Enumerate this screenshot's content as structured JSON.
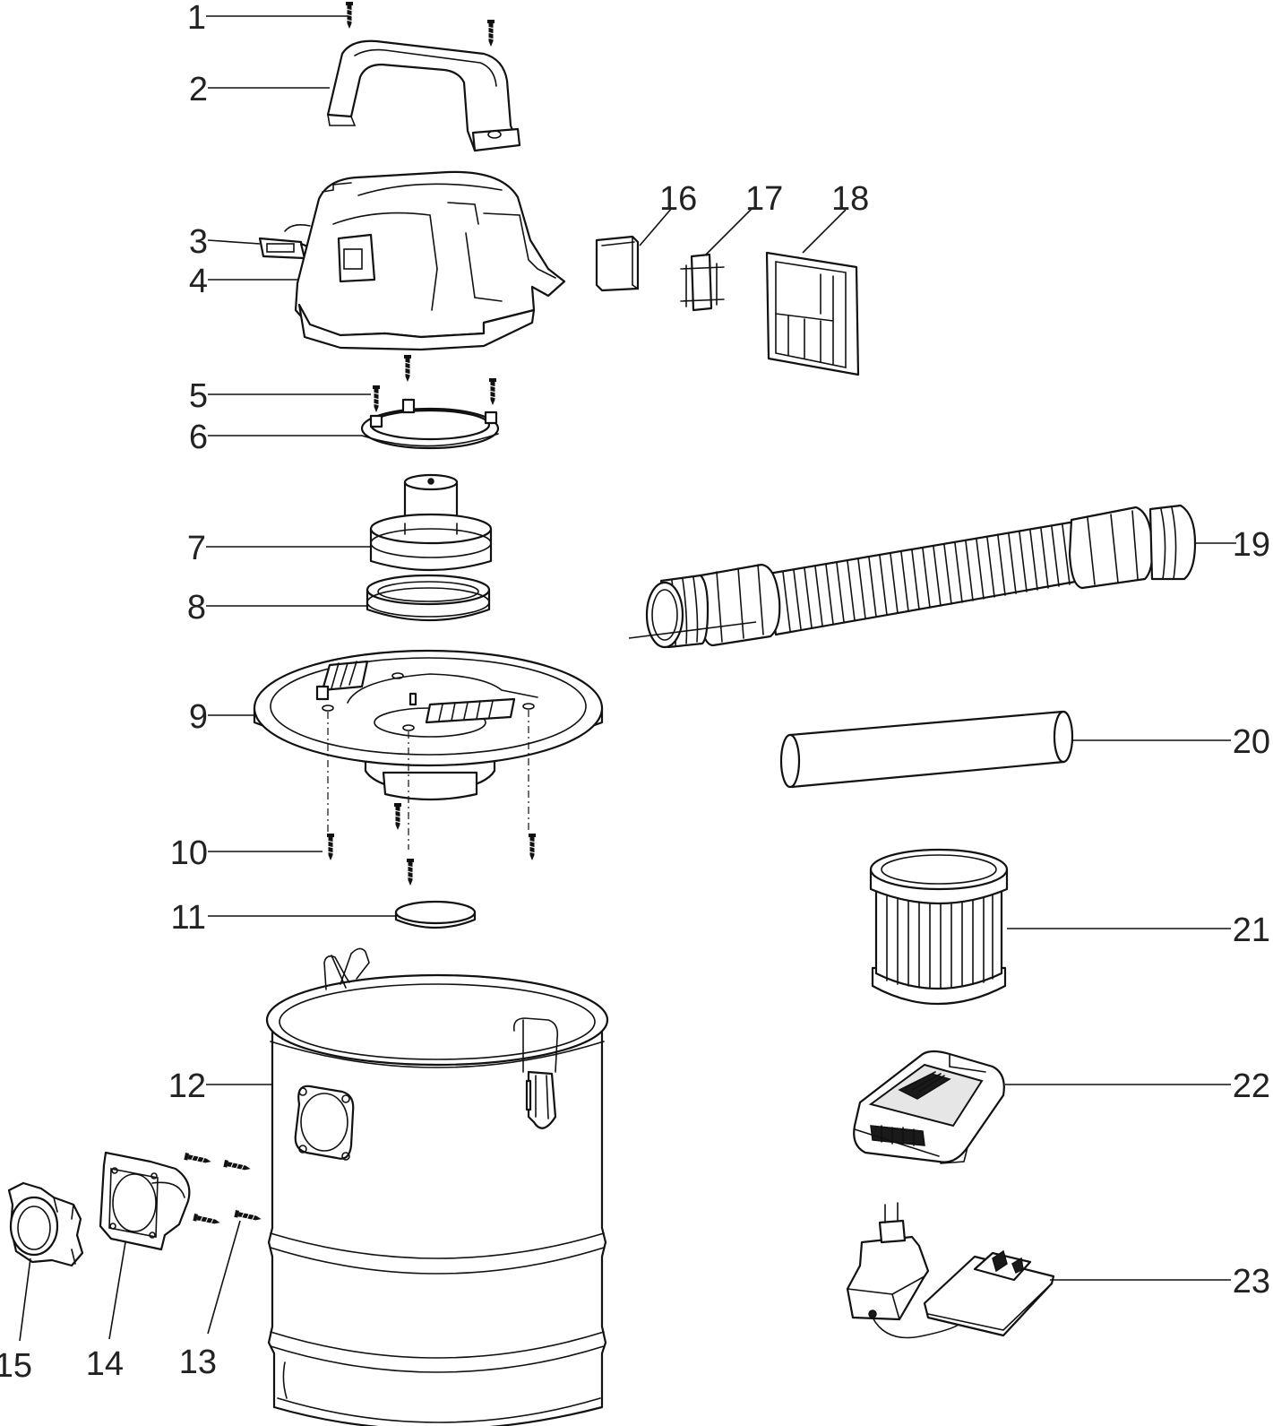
{
  "parts": [
    {
      "number": "1"
    },
    {
      "number": "2"
    },
    {
      "number": "3"
    },
    {
      "number": "4"
    },
    {
      "number": "5"
    },
    {
      "number": "6"
    },
    {
      "number": "7"
    },
    {
      "number": "8"
    },
    {
      "number": "9"
    },
    {
      "number": "10"
    },
    {
      "number": "11"
    },
    {
      "number": "12"
    },
    {
      "number": "13"
    },
    {
      "number": "14"
    },
    {
      "number": "15"
    },
    {
      "number": "16"
    },
    {
      "number": "17"
    },
    {
      "number": "18"
    },
    {
      "number": "19"
    },
    {
      "number": "20"
    },
    {
      "number": "21"
    },
    {
      "number": "22"
    },
    {
      "number": "23"
    }
  ]
}
